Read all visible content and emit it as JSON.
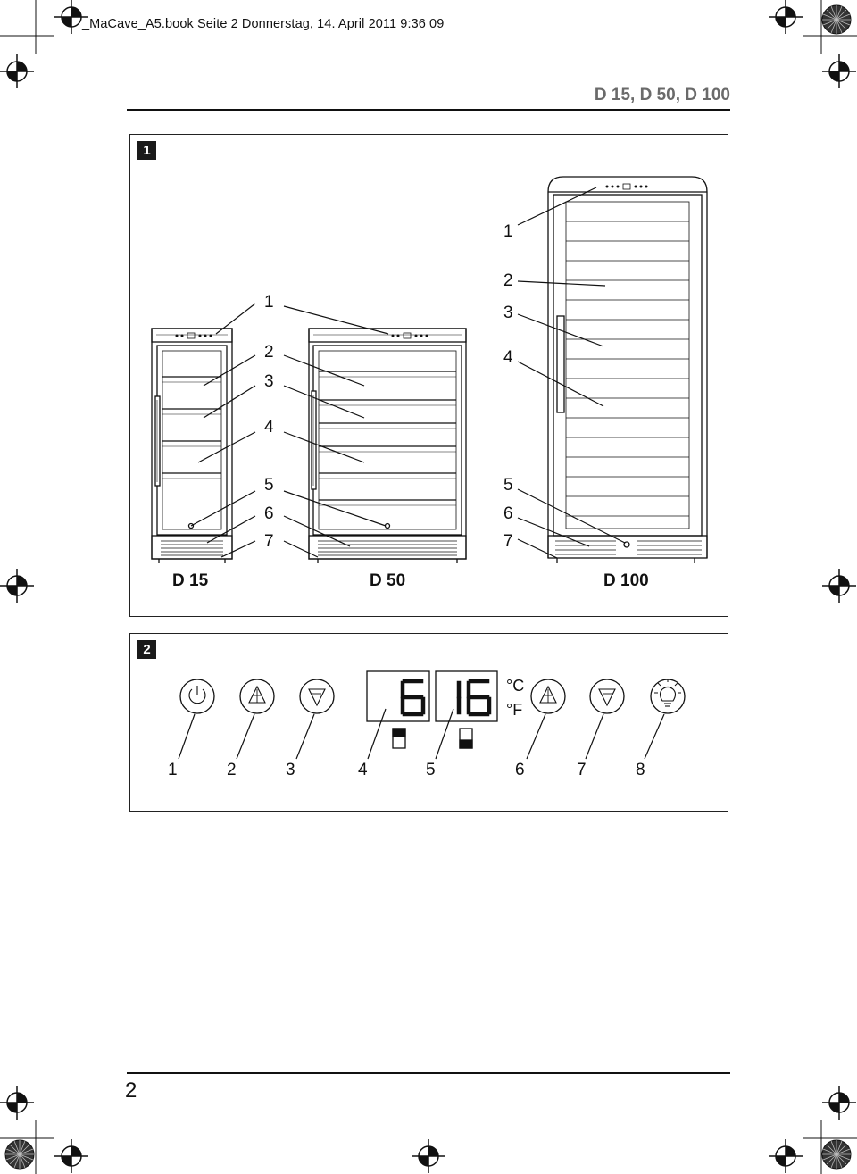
{
  "crop_info": "_MaCave_A5.book  Seite 2  Donnerstag, 14. April 2011  9:36 09",
  "header_title": "D 15, D 50, D 100",
  "figure1": {
    "badge": "1",
    "models": [
      "D 15",
      "D 50",
      "D 100"
    ],
    "callouts_shared": [
      "1",
      "2",
      "3",
      "4",
      "5",
      "6",
      "7"
    ],
    "callouts_d100": [
      "1",
      "2",
      "3",
      "4",
      "5",
      "6",
      "7"
    ]
  },
  "figure2": {
    "badge": "2",
    "display_left_value": "6",
    "display_right_value": "16",
    "unit_c": "°C",
    "unit_f": "°F",
    "callouts": [
      "1",
      "2",
      "3",
      "4",
      "5",
      "6",
      "7",
      "8"
    ]
  },
  "page_number": "2"
}
